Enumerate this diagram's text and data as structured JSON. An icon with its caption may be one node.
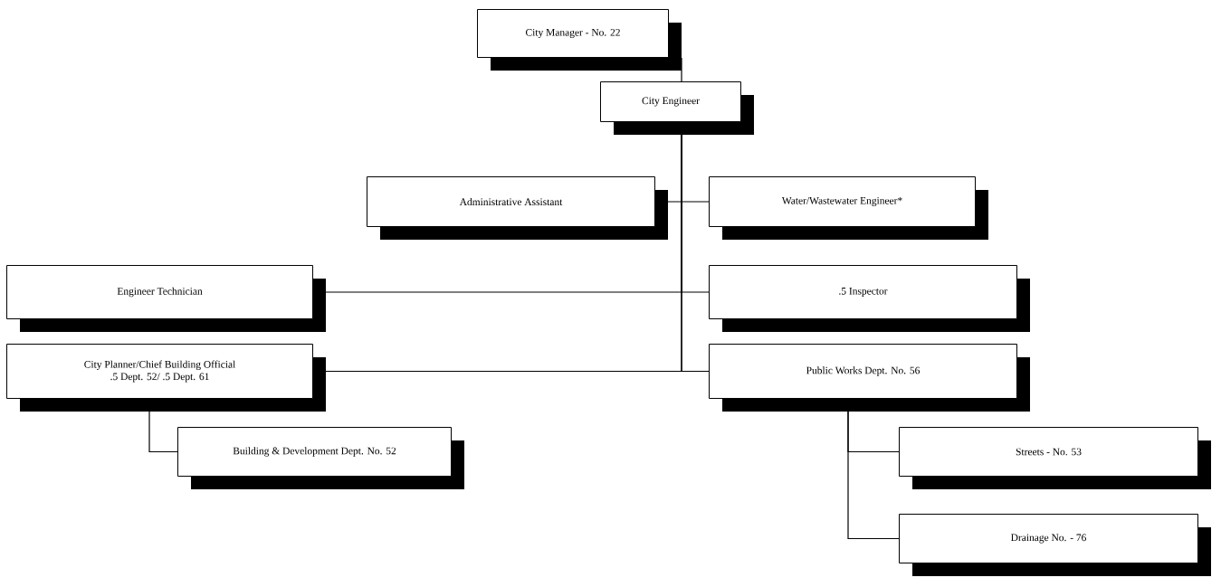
{
  "diagram": {
    "nodes": [
      {
        "text": [
          "City Manager - No. 22"
        ]
      },
      {
        "text": [
          "City Engineer"
        ]
      },
      {
        "text": [
          "Administrative Assistant"
        ]
      },
      {
        "text": [
          "Water/Wastewater Engineer*"
        ]
      },
      {
        "text": [
          "Engineer Technician"
        ]
      },
      {
        "text": [
          ".5 Inspector"
        ]
      },
      {
        "text": [
          "City Planner/Chief Building Official",
          ".5 Dept. 52/ .5 Dept. 61"
        ]
      },
      {
        "text": [
          "Public Works Dept. No. 56"
        ]
      },
      {
        "text": [
          "Building & Development Dept. No. 52"
        ]
      },
      {
        "text": [
          "Streets - No. 53"
        ]
      },
      {
        "text": [
          "Drainage No. - 76"
        ]
      }
    ],
    "edges": [
      {
        "from": 0,
        "to": 1,
        "arrow": "none"
      },
      {
        "from": 1,
        "to": 2,
        "arrow": "none"
      },
      {
        "from": 1,
        "to": 3,
        "arrow": "none"
      },
      {
        "from": 1,
        "to": 4,
        "arrow": "none"
      },
      {
        "from": 1,
        "to": 5,
        "arrow": "none"
      },
      {
        "from": 1,
        "to": 6,
        "arrow": "none"
      },
      {
        "from": 1,
        "to": 7,
        "arrow": "none"
      },
      {
        "from": 6,
        "to": 8,
        "arrow": "none"
      },
      {
        "from": 7,
        "to": 9,
        "arrow": "none"
      },
      {
        "from": 7,
        "to": 10,
        "arrow": "none"
      }
    ]
  }
}
